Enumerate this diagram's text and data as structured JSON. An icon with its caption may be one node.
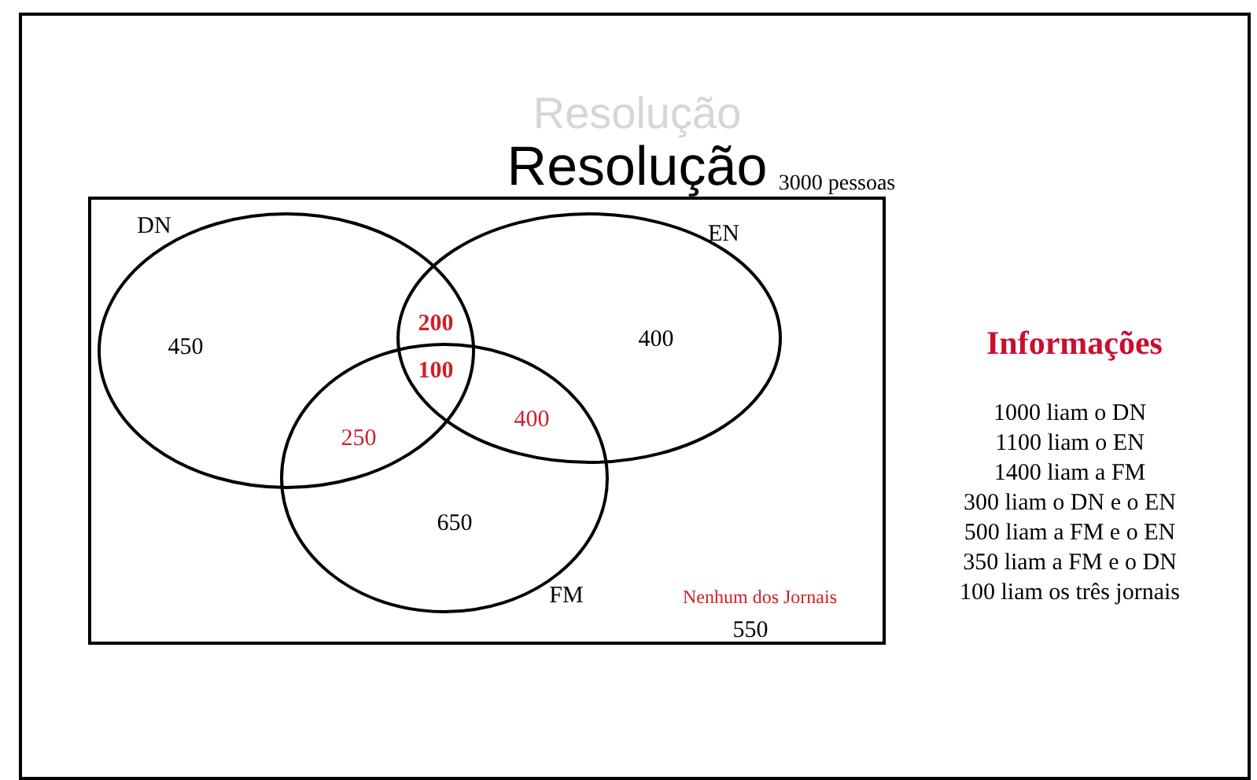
{
  "diagram": {
    "title": "Resolução",
    "nodes": [
      {
        "text": [
          "3000 pessoas"
        ]
      },
      {
        "text": [
          "DN",
          "450"
        ],
        "in": 0
      },
      {
        "text": [
          "EN",
          "400"
        ],
        "in": 0
      },
      {
        "text": [
          "FM",
          "650"
        ],
        "in": 0
      }
    ],
    "edges": [],
    "labels": [
      "Resolução",
      "200",
      "100",
      "250",
      "400",
      "Nenhum dos Jornais",
      "550",
      "Informações",
      "1000 liam o DN",
      "1100 liam o EN",
      "1400 liam a FM",
      "300 liam o DN e o EN",
      "500 liam a FM e o EN",
      "350 liam a FM e o DN",
      "100 liam os três jornais"
    ]
  }
}
